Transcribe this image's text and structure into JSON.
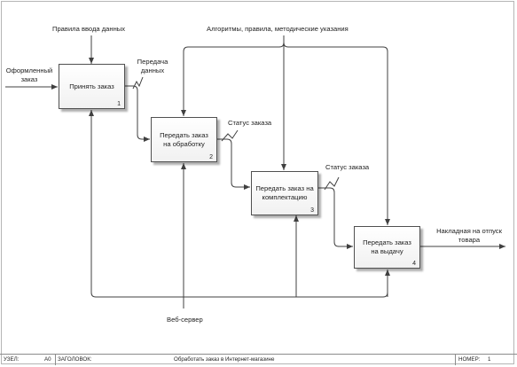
{
  "boxes": [
    {
      "label": "Принять заказ",
      "num": "1"
    },
    {
      "label": "Передать заказ на обработку",
      "num": "2"
    },
    {
      "label": "Передать заказ на комплектацию",
      "num": "3"
    },
    {
      "label": "Передать заказ на выдачу",
      "num": "4"
    }
  ],
  "labels": {
    "input_order": "Оформленный заказ",
    "control_rules": "Правила ввода данных",
    "control_algorithms": "Алгоритмы, правила, методические указания",
    "data_transfer": "Передача данных",
    "status_1": "Статус заказа",
    "status_2": "Статус заказа",
    "output": "Накладная на отпуск товара",
    "mechanism": "Веб-сервер"
  },
  "footer": {
    "node_label": "УЗЕЛ:",
    "node_value": "A0",
    "title_label": "ЗАГОЛОВОК:",
    "title_value": "Обработать заказ в Интернет-магазине",
    "number_label": "НОМЕР:",
    "number_value": "1"
  }
}
